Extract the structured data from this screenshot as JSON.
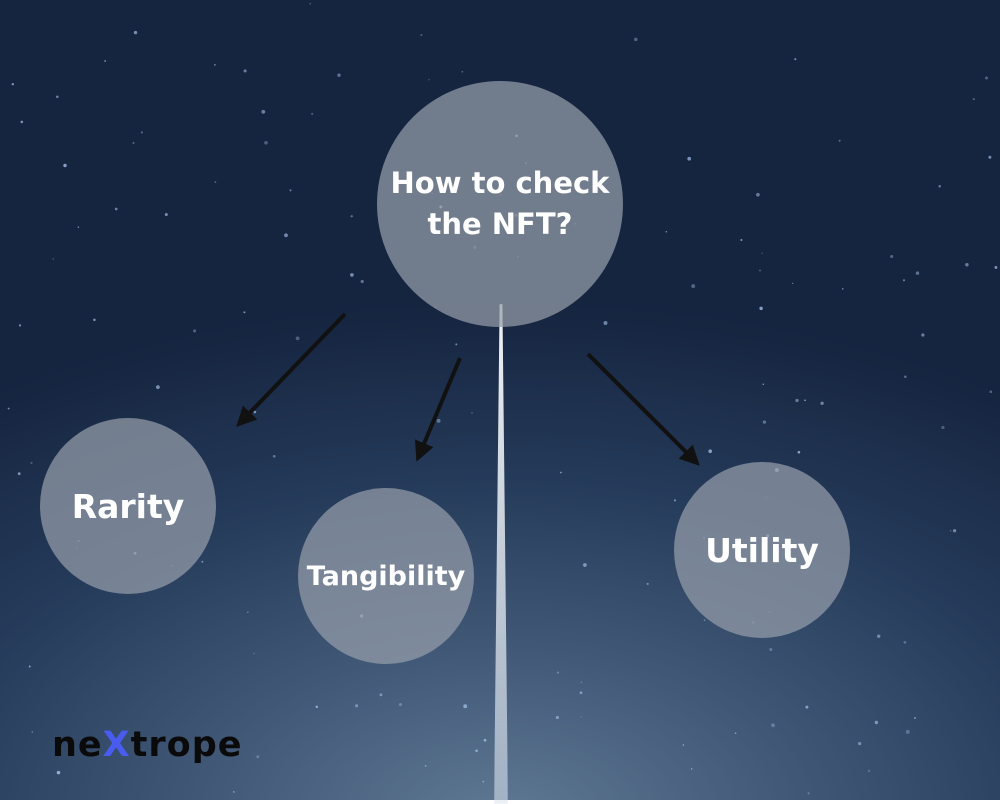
{
  "diagram": {
    "root": {
      "label_line1": "How to check",
      "label_line2": "the NFT?"
    },
    "children": [
      {
        "id": "rarity",
        "label": "Rarity"
      },
      {
        "id": "tangibility",
        "label": "Tangibility"
      },
      {
        "id": "utility",
        "label": "Utility"
      }
    ]
  },
  "logo": {
    "part1": "ne",
    "part2": "X",
    "part3": "trope"
  },
  "colors": {
    "node_fill": "#969eaa",
    "node_text": "#ffffff",
    "arrow": "#111111",
    "logo_text": "#0a0a0a",
    "logo_accent": "#4a5cf0"
  }
}
